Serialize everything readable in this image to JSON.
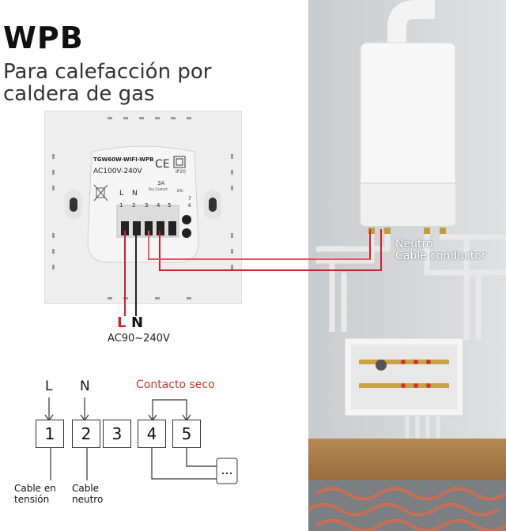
{
  "header": {
    "title": "WPB",
    "subtitle_line1": "Para calefacción por",
    "subtitle_line2": "caldera de gas"
  },
  "device": {
    "model": "TGW60W-WIFI-WPB",
    "voltage": "AC100V-240V",
    "ip_rating": "IP20",
    "relay_rating": "3A",
    "relay_type": "Dry Contact",
    "ntc_label": "NTC",
    "term_L": "L",
    "term_N": "N",
    "terminals": [
      "1",
      "2",
      "3",
      "4",
      "5",
      "6",
      "7"
    ]
  },
  "wiring": {
    "L_label": "L",
    "N_label": "N",
    "voltage_range": "AC90~240V",
    "boiler_label_1": "Neutro",
    "boiler_label_2": "Cable conductor"
  },
  "diagram": {
    "L": "L",
    "N": "N",
    "dry_contact": "Contacto seco",
    "boxes": [
      "1",
      "2",
      "3",
      "4",
      "5"
    ],
    "cable_live_1": "Cable en",
    "cable_live_2": "tensión",
    "cable_neutral_1": "Cable",
    "cable_neutral_2": "neutro"
  },
  "colors": {
    "red_wire": "#d3202a",
    "accent_text": "#c8372b"
  }
}
